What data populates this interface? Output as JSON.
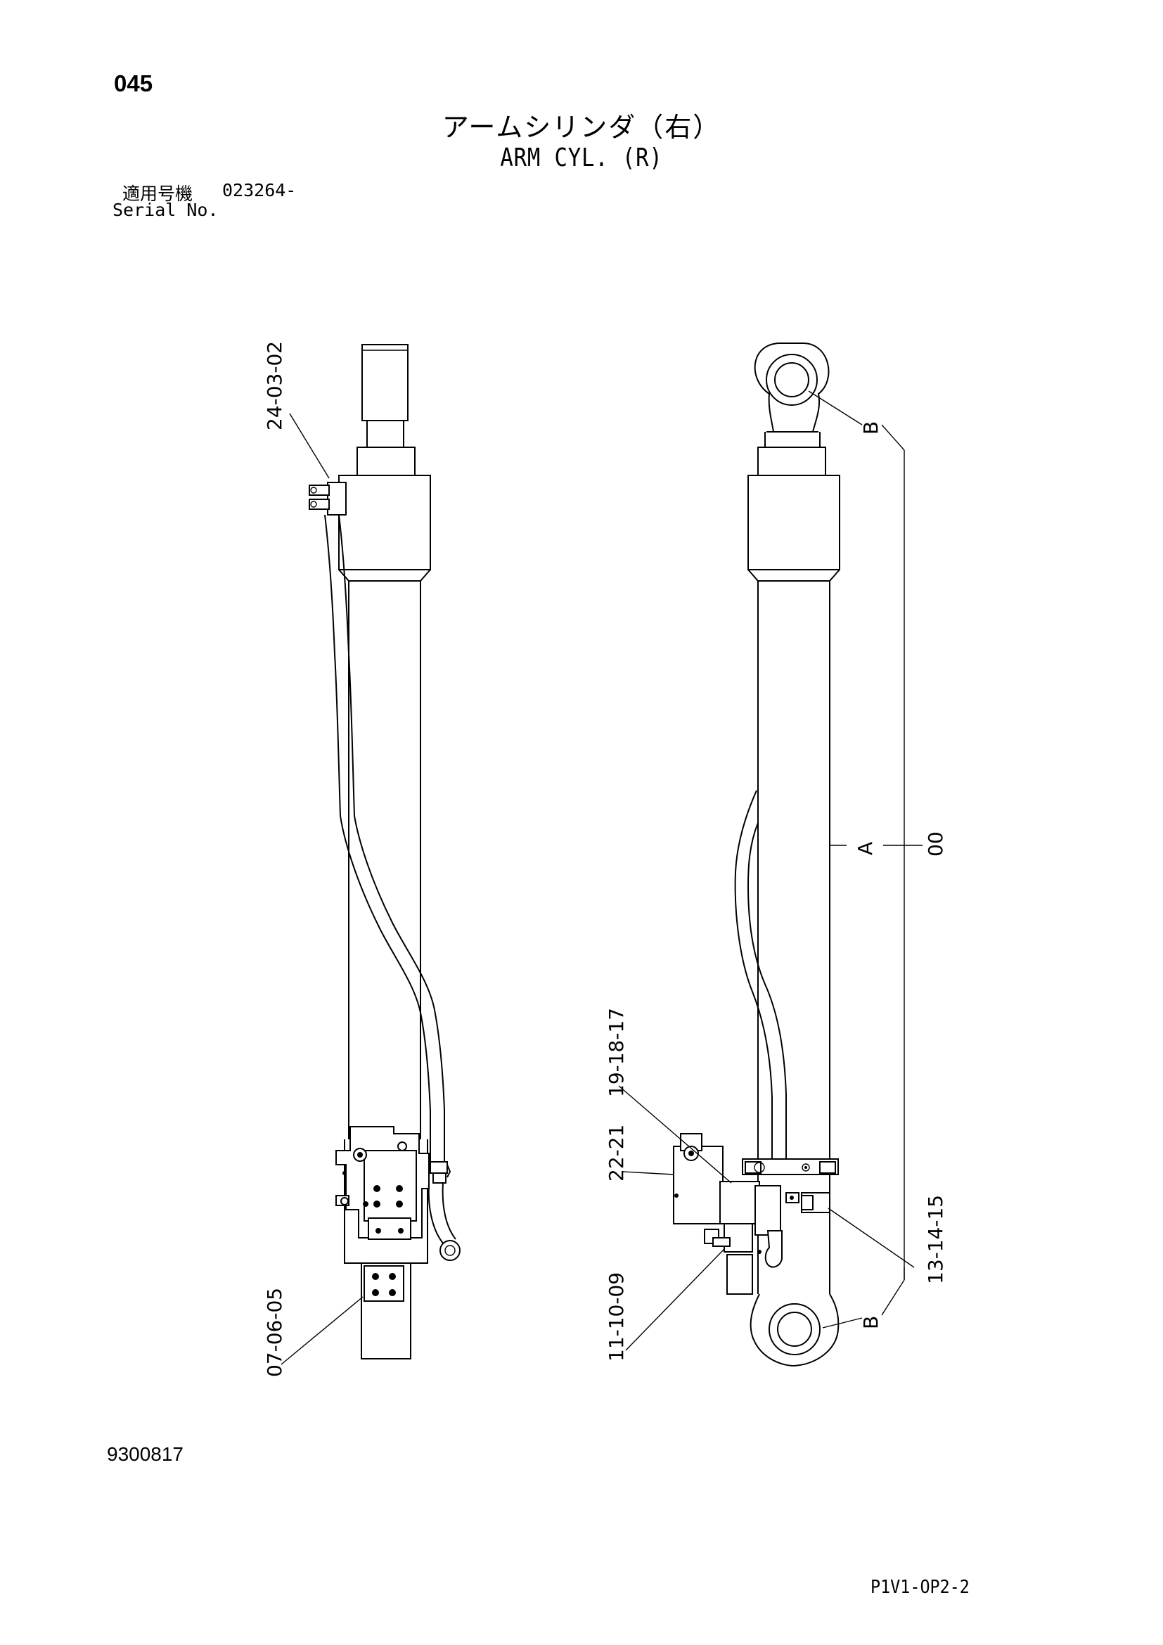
{
  "header": {
    "page_number": "045",
    "title_jp": "アームシリンダ（右）",
    "title_en": "ARM CYL. (R)",
    "serial_label_jp": "適用号機",
    "serial_number": "023264-",
    "serial_label_en": "Serial No."
  },
  "callouts": {
    "left_top": "24-03-02",
    "left_bottom": "07-06-05",
    "right_upper": "19-18-17",
    "right_mid": "22-21",
    "right_lower": "11-10-09",
    "right_side": "13-14-15",
    "right_main": "00",
    "letter_a": "A",
    "letter_b_top": "B",
    "letter_b_bottom": "B"
  },
  "footer": {
    "document_code": "9300817",
    "page_code": "P1V1-OP2-2"
  }
}
